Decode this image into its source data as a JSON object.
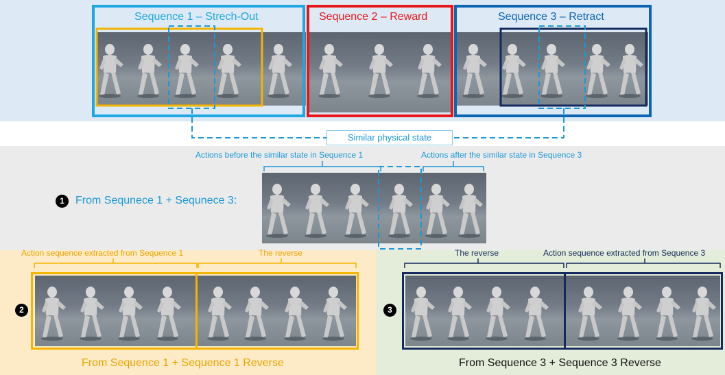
{
  "colors": {
    "seq1": "#1ea7e1",
    "seq2": "#e8161b",
    "seq3": "#0b64b4",
    "dark_navy": "#142a5e",
    "orange": "#f4b400",
    "label_blue": "#1b98d6",
    "orange_text": "#e9a400"
  },
  "sequences": {
    "seq1_title": "Sequence 1 – Strech-Out",
    "seq2_title": "Sequence 2 – Reward",
    "seq3_title": "Sequence 3 – Retract"
  },
  "similar_state_label": "Similar physical state",
  "middle": {
    "number": "1",
    "title": "From Sequnece 1 + Sequnece 3:",
    "before_label": "Actions before the similar state in Sequence 1",
    "after_label": "Actions after the similar state in Sequence 3"
  },
  "panel2": {
    "number": "2",
    "extracted_label": "Action sequence extracted from Sequence 1",
    "reverse_label": "The reverse",
    "caption": "From Sequence 1 + Sequence 1 Reverse"
  },
  "panel3": {
    "number": "3",
    "reverse_label": "The reverse",
    "extracted_label": "Action sequence extracted from Sequence 3",
    "caption": "From Sequence 3 + Sequence 3 Reverse"
  }
}
